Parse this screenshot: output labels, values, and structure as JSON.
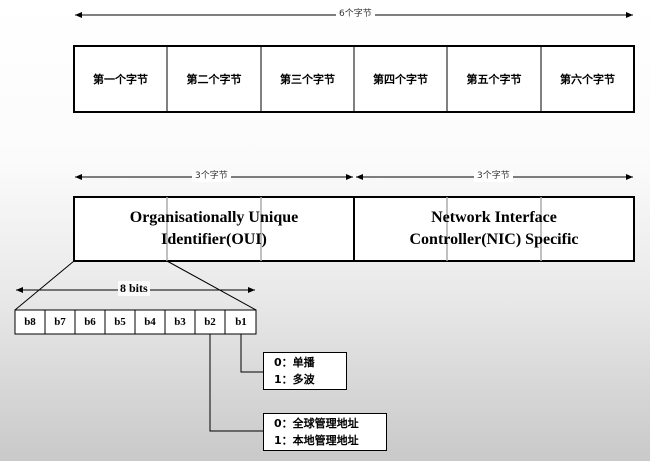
{
  "total_label": "6个字节",
  "bytes": [
    "第一个字节",
    "第二个字节",
    "第三个字节",
    "第四个字节",
    "第五个字节",
    "第六个字节"
  ],
  "half_labels": [
    "3个字节",
    "3个字节"
  ],
  "oui": {
    "line1": "Organisationally Unique",
    "line2": "Identifier(OUI)"
  },
  "nic": {
    "line1": "Network Interface",
    "line2": "Controller(NIC) Specific"
  },
  "bits_label": "8 bits",
  "bits": [
    "b8",
    "b7",
    "b6",
    "b5",
    "b4",
    "b3",
    "b2",
    "b1"
  ],
  "b1_note": {
    "line1": "0：单播",
    "line2": "1：多波"
  },
  "b2_note": {
    "line1": "0：全球管理地址",
    "line2": "1：本地管理地址"
  }
}
